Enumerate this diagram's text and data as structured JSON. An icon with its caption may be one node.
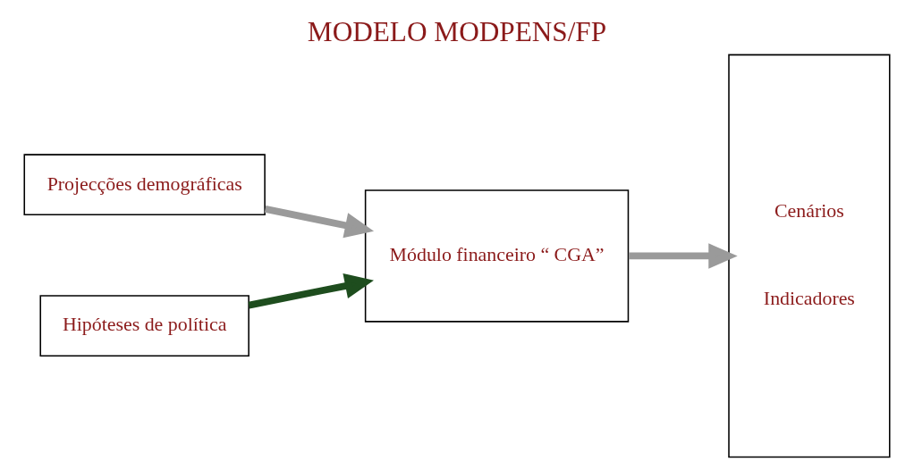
{
  "diagram": {
    "title": "MODELO MODPENS/FP",
    "nodes": [
      {
        "text": [
          "Projecções demográficas"
        ]
      },
      {
        "text": [
          "Hipóteses de política"
        ]
      },
      {
        "text": [
          "Módulo financeiro “ CGA”"
        ]
      },
      {
        "text": [
          "Cenários",
          "Indicadores"
        ]
      }
    ],
    "edges": [
      {
        "from": 0,
        "to": 2,
        "arrow": "to"
      },
      {
        "from": 1,
        "to": 2,
        "arrow": "to",
        "color": "#1e4d1e"
      },
      {
        "from": 2,
        "to": 3,
        "arrow": "to"
      }
    ]
  }
}
